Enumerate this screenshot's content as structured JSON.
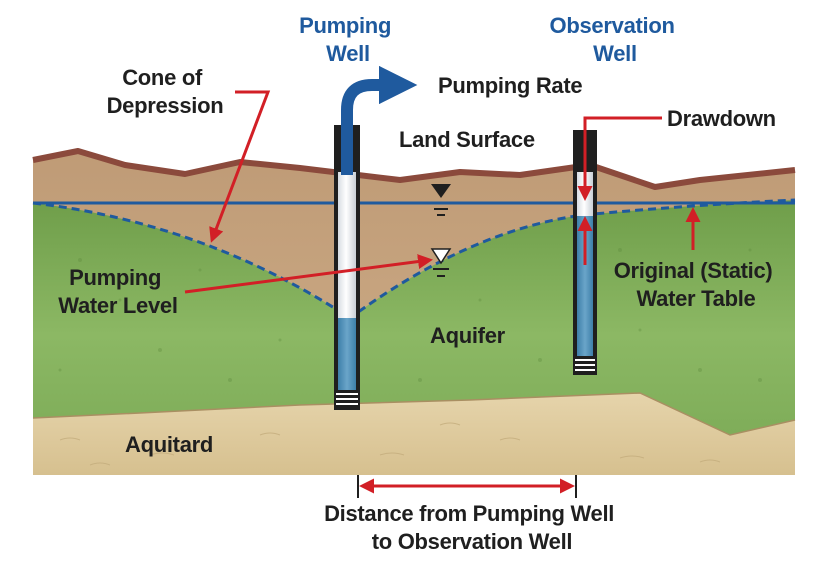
{
  "titles": {
    "pumping_well": [
      "Pumping",
      "Well"
    ],
    "observation_well": [
      "Observation",
      "Well"
    ]
  },
  "labels": {
    "cone_of_depression": [
      "Cone of",
      "Depression"
    ],
    "pumping_rate": "Pumping Rate",
    "land_surface": "Land Surface",
    "drawdown": "Drawdown",
    "pumping_water_level": [
      "Pumping",
      "Water Level"
    ],
    "original_water_table": [
      "Original (Static)",
      "Water Table"
    ],
    "aquifer": "Aquifer",
    "aquitard": "Aquitard",
    "distance": [
      "Distance from Pumping Well",
      "to Observation Well"
    ]
  },
  "colors": {
    "title_blue": "#1f5a9e",
    "label_text": "#1f1f1f",
    "pointer_red": "#d21f26",
    "water_table_blue": "#1f5a9e",
    "land_surface_brown": "#8b4a3c",
    "unsaturated_tan": "#c9a783",
    "aquifer_green": "#86b25e",
    "aquitard_sand": "#dcc89c",
    "well_water": "#4f8db5"
  }
}
